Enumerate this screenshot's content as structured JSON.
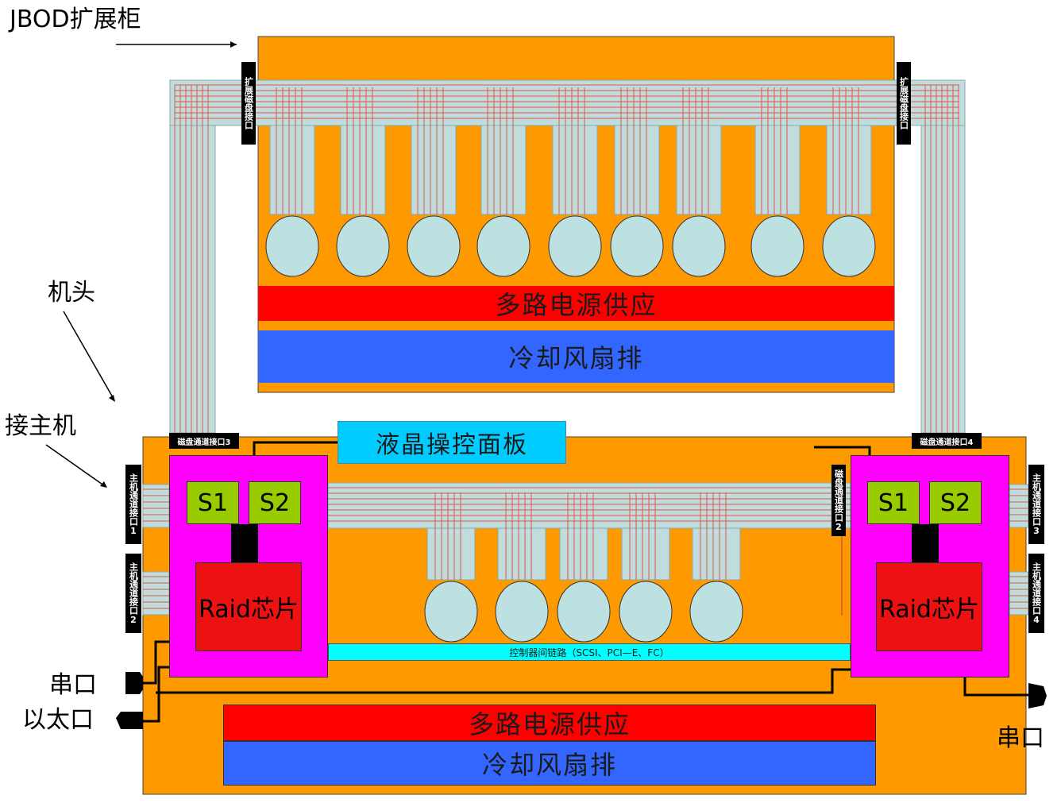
{
  "callouts": {
    "jbod": "JBOD扩展柜",
    "head": "机头",
    "host": "接主机",
    "serial_left": "串口",
    "ethernet": "以太口",
    "serial_right": "串口"
  },
  "jbod": {
    "power_label": "多路电源供应",
    "fan_label": "冷却风扇排",
    "port_left": "扩展磁盘接口",
    "port_right": "扩展磁盘接口",
    "disk_count": 9
  },
  "head": {
    "lcd_label": "液晶操控面板",
    "power_label": "多路电源供应",
    "fan_label": "冷却风扇排",
    "link_label": "控制器间链路（SCSI、PCI—E、FC）",
    "disk_count": 5,
    "port_disk3": "磁盘通道接口3",
    "port_disk4": "磁盘通道接口4",
    "port_disk2": "磁盘通道接口2",
    "port_host1": "主机通道接口1",
    "port_host2": "主机通道接口2",
    "port_host3": "主机通道接口3",
    "port_host4": "主机通道接口4",
    "controllers": [
      {
        "s1": "S1",
        "s2": "S2",
        "raid": "Raid芯片"
      },
      {
        "s1": "S1",
        "s2": "S2",
        "raid": "Raid芯片"
      }
    ]
  },
  "colors": {
    "chassis": "#FF9900",
    "power": "#FF0000",
    "fan": "#3366FF",
    "disk": "#BDE0E0",
    "controller": "#FF00FF",
    "switch": "#99CC00",
    "raid": "#EE1111",
    "lcd": "#00CCFF",
    "link": "#00FFFF",
    "cable": "#C0DCDC",
    "wire": "#E0564A"
  }
}
